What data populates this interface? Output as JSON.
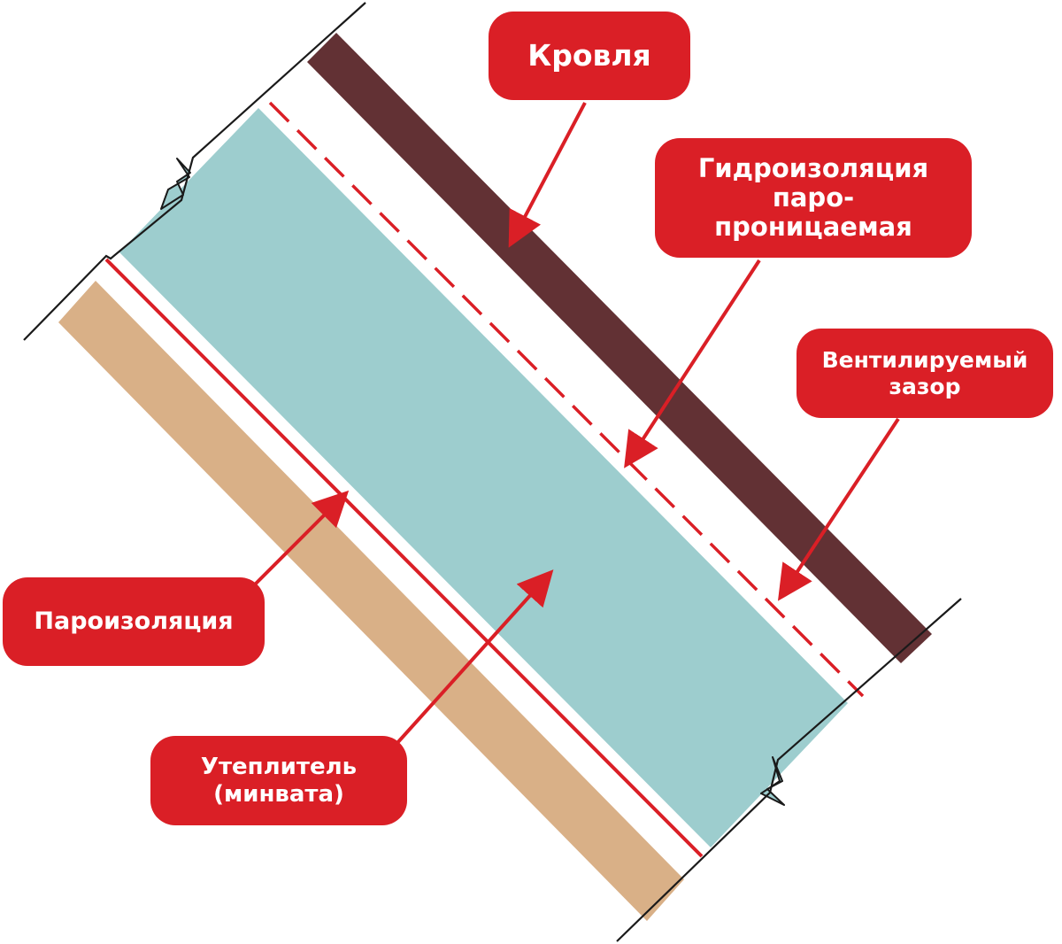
{
  "labels": {
    "roof": "Кровля",
    "membrane": [
      "Гидроизоляция",
      "паро-",
      "проницаемая"
    ],
    "ventilated_gap": [
      "Вентилируемый",
      "зазор"
    ],
    "vapor_barrier": "Пароизоляция",
    "insulation": [
      "Утеплитель",
      "(минвата)"
    ]
  },
  "colors": {
    "roof": "#623134",
    "insulation": "#9dcdce",
    "interior_board": "#d9b087",
    "callout": "#da1f26",
    "membrane_line": "#da1f26",
    "outline": "#1a1a1a",
    "background": "#ffffff"
  }
}
